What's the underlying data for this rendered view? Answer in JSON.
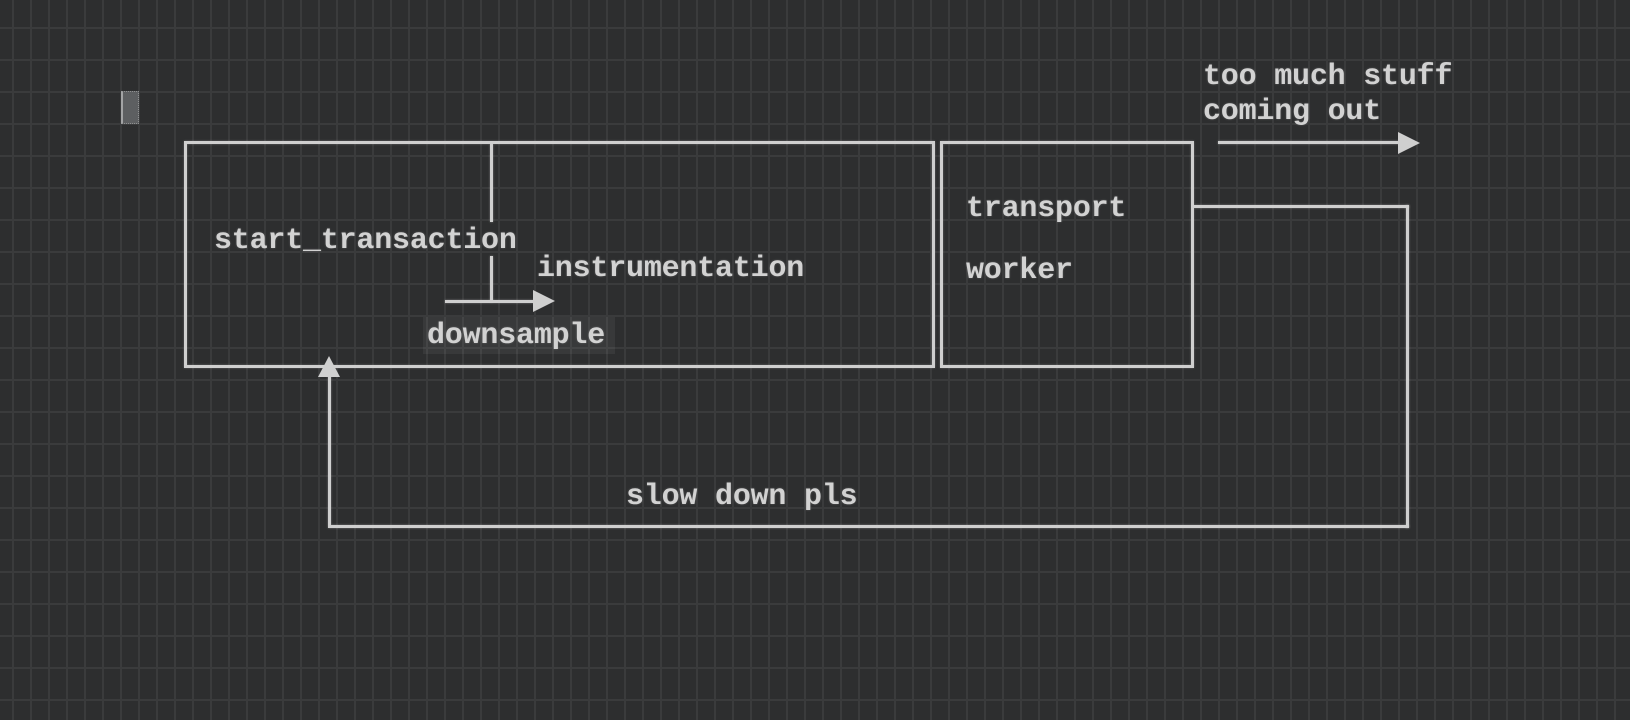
{
  "labels": {
    "start_transaction": "start_transaction",
    "instrumentation": "instrumentation",
    "downsample": "downsample",
    "transport": "transport",
    "worker": "worker",
    "output_annotation_line1": "too much stuff",
    "output_annotation_line2": "coming out",
    "feedback": "slow down pls"
  },
  "colors": {
    "background": "#2d2e2f",
    "grid_line": "#3a3b3c",
    "stroke": "#cfcfcf",
    "text": "#d2d2d2",
    "cursor_fill": "#5d5f61",
    "text_highlight": "rgba(255,255,255,0.055)"
  }
}
